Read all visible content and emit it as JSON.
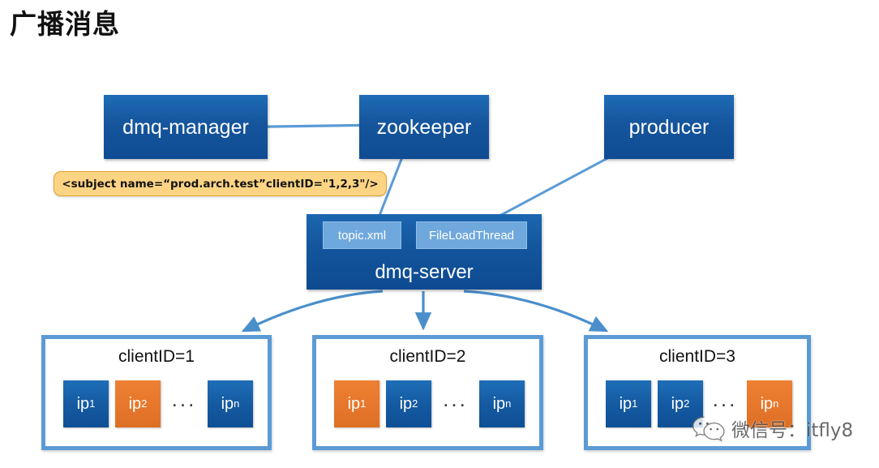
{
  "page": {
    "title": "广播消息"
  },
  "colors": {
    "node_blue": "#12549B",
    "sub_blue": "#6FA8DC",
    "border_blue": "#5B9BD5",
    "connector_blue": "#5B9BD5",
    "chip_blue": "#1459A0",
    "chip_orange": "#E5762B",
    "callout_fill": "#FDD483",
    "callout_border": "#E0A32E"
  },
  "nodes": {
    "dmq_manager": "dmq-manager",
    "zookeeper": "zookeeper",
    "producer": "producer",
    "dmq_server": "dmq-server",
    "topic_xml": "topic.xml",
    "file_load_thread": "FileLoadThread"
  },
  "callout": {
    "text": "<subject name=“prod.arch.test”clientID=\"1,2,3\"/>"
  },
  "clients": [
    {
      "title": "clientID=1",
      "ips": [
        {
          "label": "ip",
          "sub": "1",
          "color": "blue"
        },
        {
          "label": "ip",
          "sub": "2",
          "color": "orange"
        },
        {
          "label": "ip",
          "sub": "n",
          "color": "blue"
        }
      ],
      "ellipsis": "..."
    },
    {
      "title": "clientID=2",
      "ips": [
        {
          "label": "ip",
          "sub": "1",
          "color": "orange"
        },
        {
          "label": "ip",
          "sub": "2",
          "color": "blue"
        },
        {
          "label": "ip",
          "sub": "n",
          "color": "blue"
        }
      ],
      "ellipsis": "..."
    },
    {
      "title": "clientID=3",
      "ips": [
        {
          "label": "ip",
          "sub": "1",
          "color": "blue"
        },
        {
          "label": "ip",
          "sub": "2",
          "color": "blue"
        },
        {
          "label": "ip",
          "sub": "n",
          "color": "orange"
        }
      ],
      "ellipsis": "..."
    }
  ],
  "watermark": {
    "icon": "wechat-icon",
    "text": "微信号：itfly8"
  }
}
